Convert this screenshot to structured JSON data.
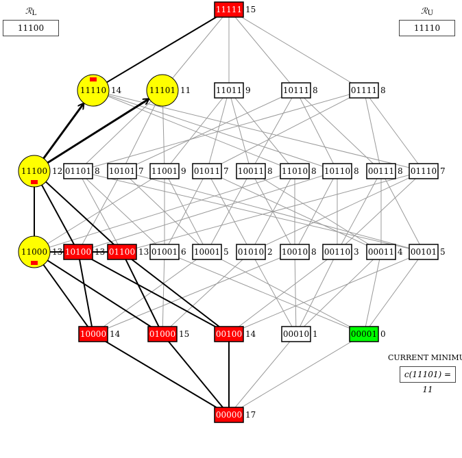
{
  "panels": {
    "lower": {
      "head": "ℛ",
      "sub": "L",
      "value": "11100"
    },
    "upper": {
      "head": "ℛ",
      "sub": "U",
      "value": "11110"
    },
    "current_min": {
      "label": "CURRENT MINIMUI",
      "value": "c(11101) = 11"
    }
  },
  "colors": {
    "red": "#ff0000",
    "yellow": "#ffff00",
    "green": "#00ff00",
    "white": "#ffffff",
    "edge": "#999999",
    "bold_edge": "#000000"
  },
  "levels": [
    [
      {
        "id": "11111",
        "cost": "15",
        "state": "red"
      }
    ],
    [
      {
        "id": "11110",
        "cost": "14",
        "state": "yellow",
        "marker": true
      },
      {
        "id": "11101",
        "cost": "11",
        "state": "yellow"
      },
      {
        "id": "11011",
        "cost": "9",
        "state": "white"
      },
      {
        "id": "10111",
        "cost": "8",
        "state": "white"
      },
      {
        "id": "01111",
        "cost": "8",
        "state": "white"
      }
    ],
    [
      {
        "id": "11100",
        "cost": "12",
        "state": "yellow",
        "marker": true
      },
      {
        "id": "01101",
        "cost": "8",
        "state": "white"
      },
      {
        "id": "10101",
        "cost": "7",
        "state": "white"
      },
      {
        "id": "11001",
        "cost": "9",
        "state": "white"
      },
      {
        "id": "01011",
        "cost": "7",
        "state": "white"
      },
      {
        "id": "10011",
        "cost": "8",
        "state": "white"
      },
      {
        "id": "11010",
        "cost": "8",
        "state": "white"
      },
      {
        "id": "10110",
        "cost": "8",
        "state": "white"
      },
      {
        "id": "00111",
        "cost": "8",
        "state": "white"
      },
      {
        "id": "01110",
        "cost": "7",
        "state": "white"
      }
    ],
    [
      {
        "id": "11000",
        "cost": "13",
        "state": "yellow",
        "marker": true
      },
      {
        "id": "10100",
        "cost": "13",
        "state": "red"
      },
      {
        "id": "01100",
        "cost": "13",
        "state": "red"
      },
      {
        "id": "01001",
        "cost": "6",
        "state": "white"
      },
      {
        "id": "10001",
        "cost": "5",
        "state": "white"
      },
      {
        "id": "01010",
        "cost": "2",
        "state": "white"
      },
      {
        "id": "10010",
        "cost": "8",
        "state": "white"
      },
      {
        "id": "00110",
        "cost": "3",
        "state": "white"
      },
      {
        "id": "00011",
        "cost": "4",
        "state": "white"
      },
      {
        "id": "00101",
        "cost": "5",
        "state": "white"
      }
    ],
    [
      {
        "id": "10000",
        "cost": "14",
        "state": "red"
      },
      {
        "id": "01000",
        "cost": "15",
        "state": "red"
      },
      {
        "id": "00100",
        "cost": "14",
        "state": "red"
      },
      {
        "id": "00010",
        "cost": "1",
        "state": "white"
      },
      {
        "id": "00001",
        "cost": "0",
        "state": "green"
      }
    ],
    [
      {
        "id": "00000",
        "cost": "17",
        "state": "red"
      }
    ]
  ],
  "bold_edges": [
    [
      "11111",
      "11110"
    ],
    [
      "11100",
      "11000"
    ],
    [
      "11000",
      "10100"
    ],
    [
      "11000",
      "01100"
    ],
    [
      "11000",
      "10000"
    ],
    [
      "11000",
      "01000"
    ],
    [
      "11100",
      "10100"
    ],
    [
      "11100",
      "01100"
    ],
    [
      "10100",
      "10000"
    ],
    [
      "10100",
      "00100"
    ],
    [
      "01100",
      "01000"
    ],
    [
      "01100",
      "00100"
    ],
    [
      "10000",
      "00000"
    ],
    [
      "01000",
      "00000"
    ],
    [
      "00100",
      "00000"
    ]
  ],
  "arrow_edges": [
    [
      "11100",
      "11110"
    ],
    [
      "11100",
      "11101"
    ]
  ]
}
